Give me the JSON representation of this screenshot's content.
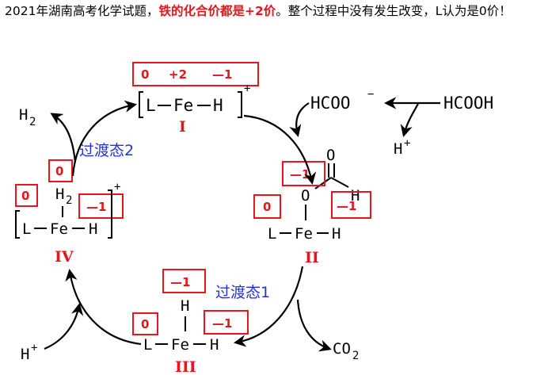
{
  "caption": {
    "part1": "2021年湖南高考化学试题，",
    "highlight_a": "铁的化合价都是",
    "highlight_b": "+2价",
    "part2": "。整个过程中没有发生改变，L认为是0价！"
  },
  "colors": {
    "oxidation_state": "#e8141e",
    "transition_state": "#2233dd"
  },
  "species": {
    "I": {
      "label": "I",
      "L": "L",
      "Fe": "Fe",
      "H": "H",
      "charge": "+",
      "ox_L": "0",
      "ox_Fe": "+2",
      "ox_H": "—1"
    },
    "II": {
      "label": "II",
      "L": "L",
      "Fe": "Fe",
      "H": "H",
      "O_bound": "O",
      "O_carbonyl": "O",
      "H_formate": "H",
      "ox_L": "0",
      "ox_Fe_H": "—1",
      "ox_formate": "—1"
    },
    "III": {
      "label": "III",
      "L": "L",
      "Fe": "Fe",
      "H": "H",
      "H_top": "H",
      "ox_L": "0",
      "ox_H_top": "—1",
      "ox_H": "—1"
    },
    "IV": {
      "label": "IV",
      "L": "L",
      "Fe": "Fe",
      "H": "H",
      "H2": "H",
      "H2_sub": "2",
      "charge": "+",
      "ox_L": "0",
      "ox_H2_left": "0",
      "ox_H2_right": "—1"
    }
  },
  "reagents": {
    "formate": "HCOO",
    "formate_charge": "−",
    "formic_acid": "HCOOH",
    "proton_top": "H",
    "proton_top_charge": "+",
    "proton_bottom": "H",
    "proton_bottom_charge": "+",
    "co2": "CO",
    "co2_sub": "2",
    "h2": "H",
    "h2_sub": "2"
  },
  "transition_states": {
    "ts1": "过渡态1",
    "ts2": "过渡态2"
  }
}
